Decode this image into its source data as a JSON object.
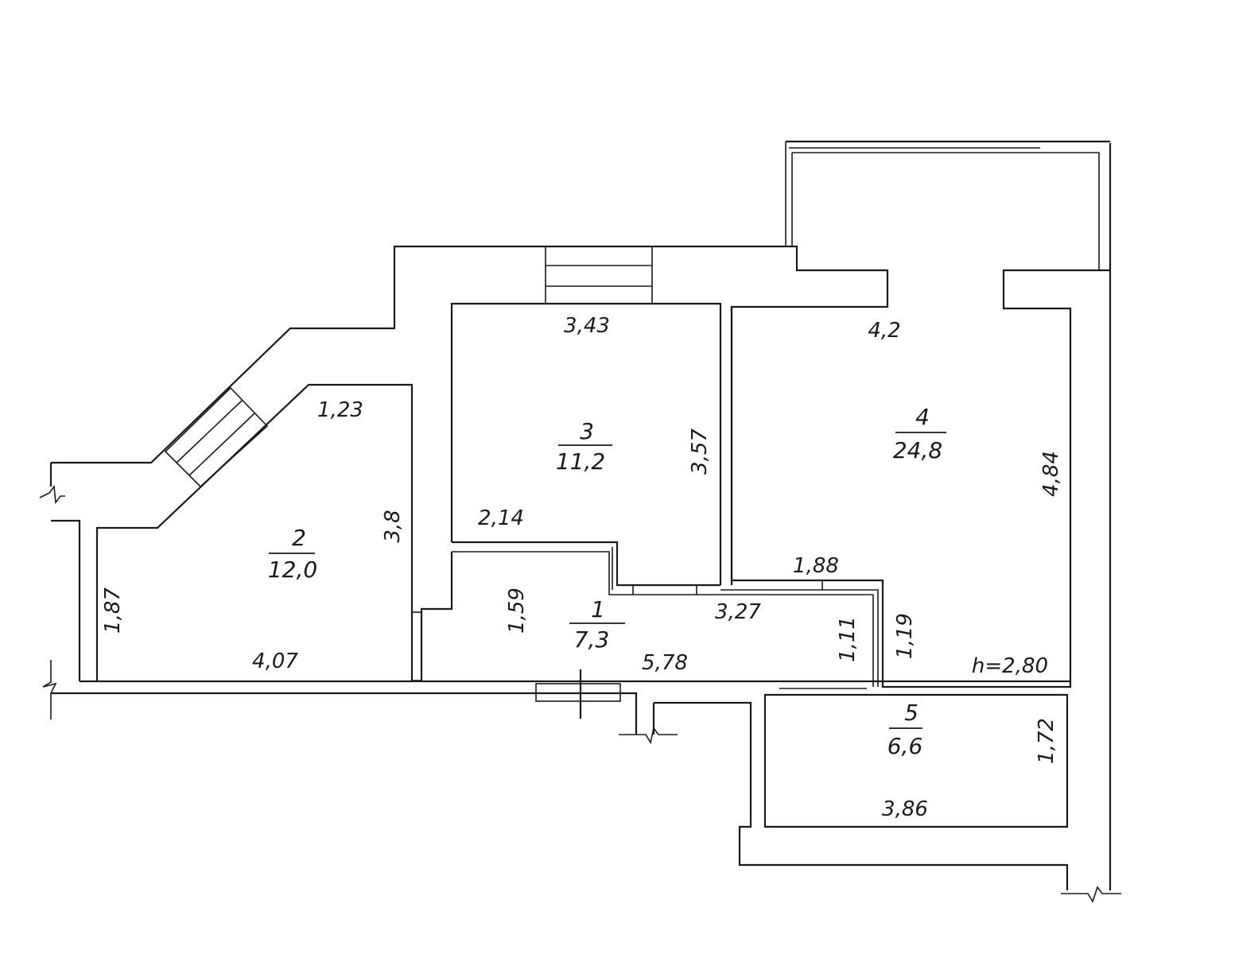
{
  "rooms": [
    {
      "number": "1",
      "area": "7,3"
    },
    {
      "number": "2",
      "area": "12,0"
    },
    {
      "number": "3",
      "area": "11,2"
    },
    {
      "number": "4",
      "area": "24,8"
    },
    {
      "number": "5",
      "area": "6,6"
    }
  ],
  "dimensions": {
    "r3_top": "3,43",
    "r4_top": "4,2",
    "r2_top": "1,23",
    "r3_right": "3,57",
    "r4_right": "4,84",
    "r2_right": "3,8",
    "r3_bottom": "2,14",
    "r4_bottom": "1,88",
    "r1_left": "1,59",
    "r1_top": "3,27",
    "r1_right": "1,11",
    "corridor": "1,19",
    "r2_left": "1,87",
    "r2_bottom": "4,07",
    "r1_bottom": "5,78",
    "r5_right": "1,72",
    "r5_bottom": "3,86"
  },
  "ceiling_height": "h=2,80"
}
